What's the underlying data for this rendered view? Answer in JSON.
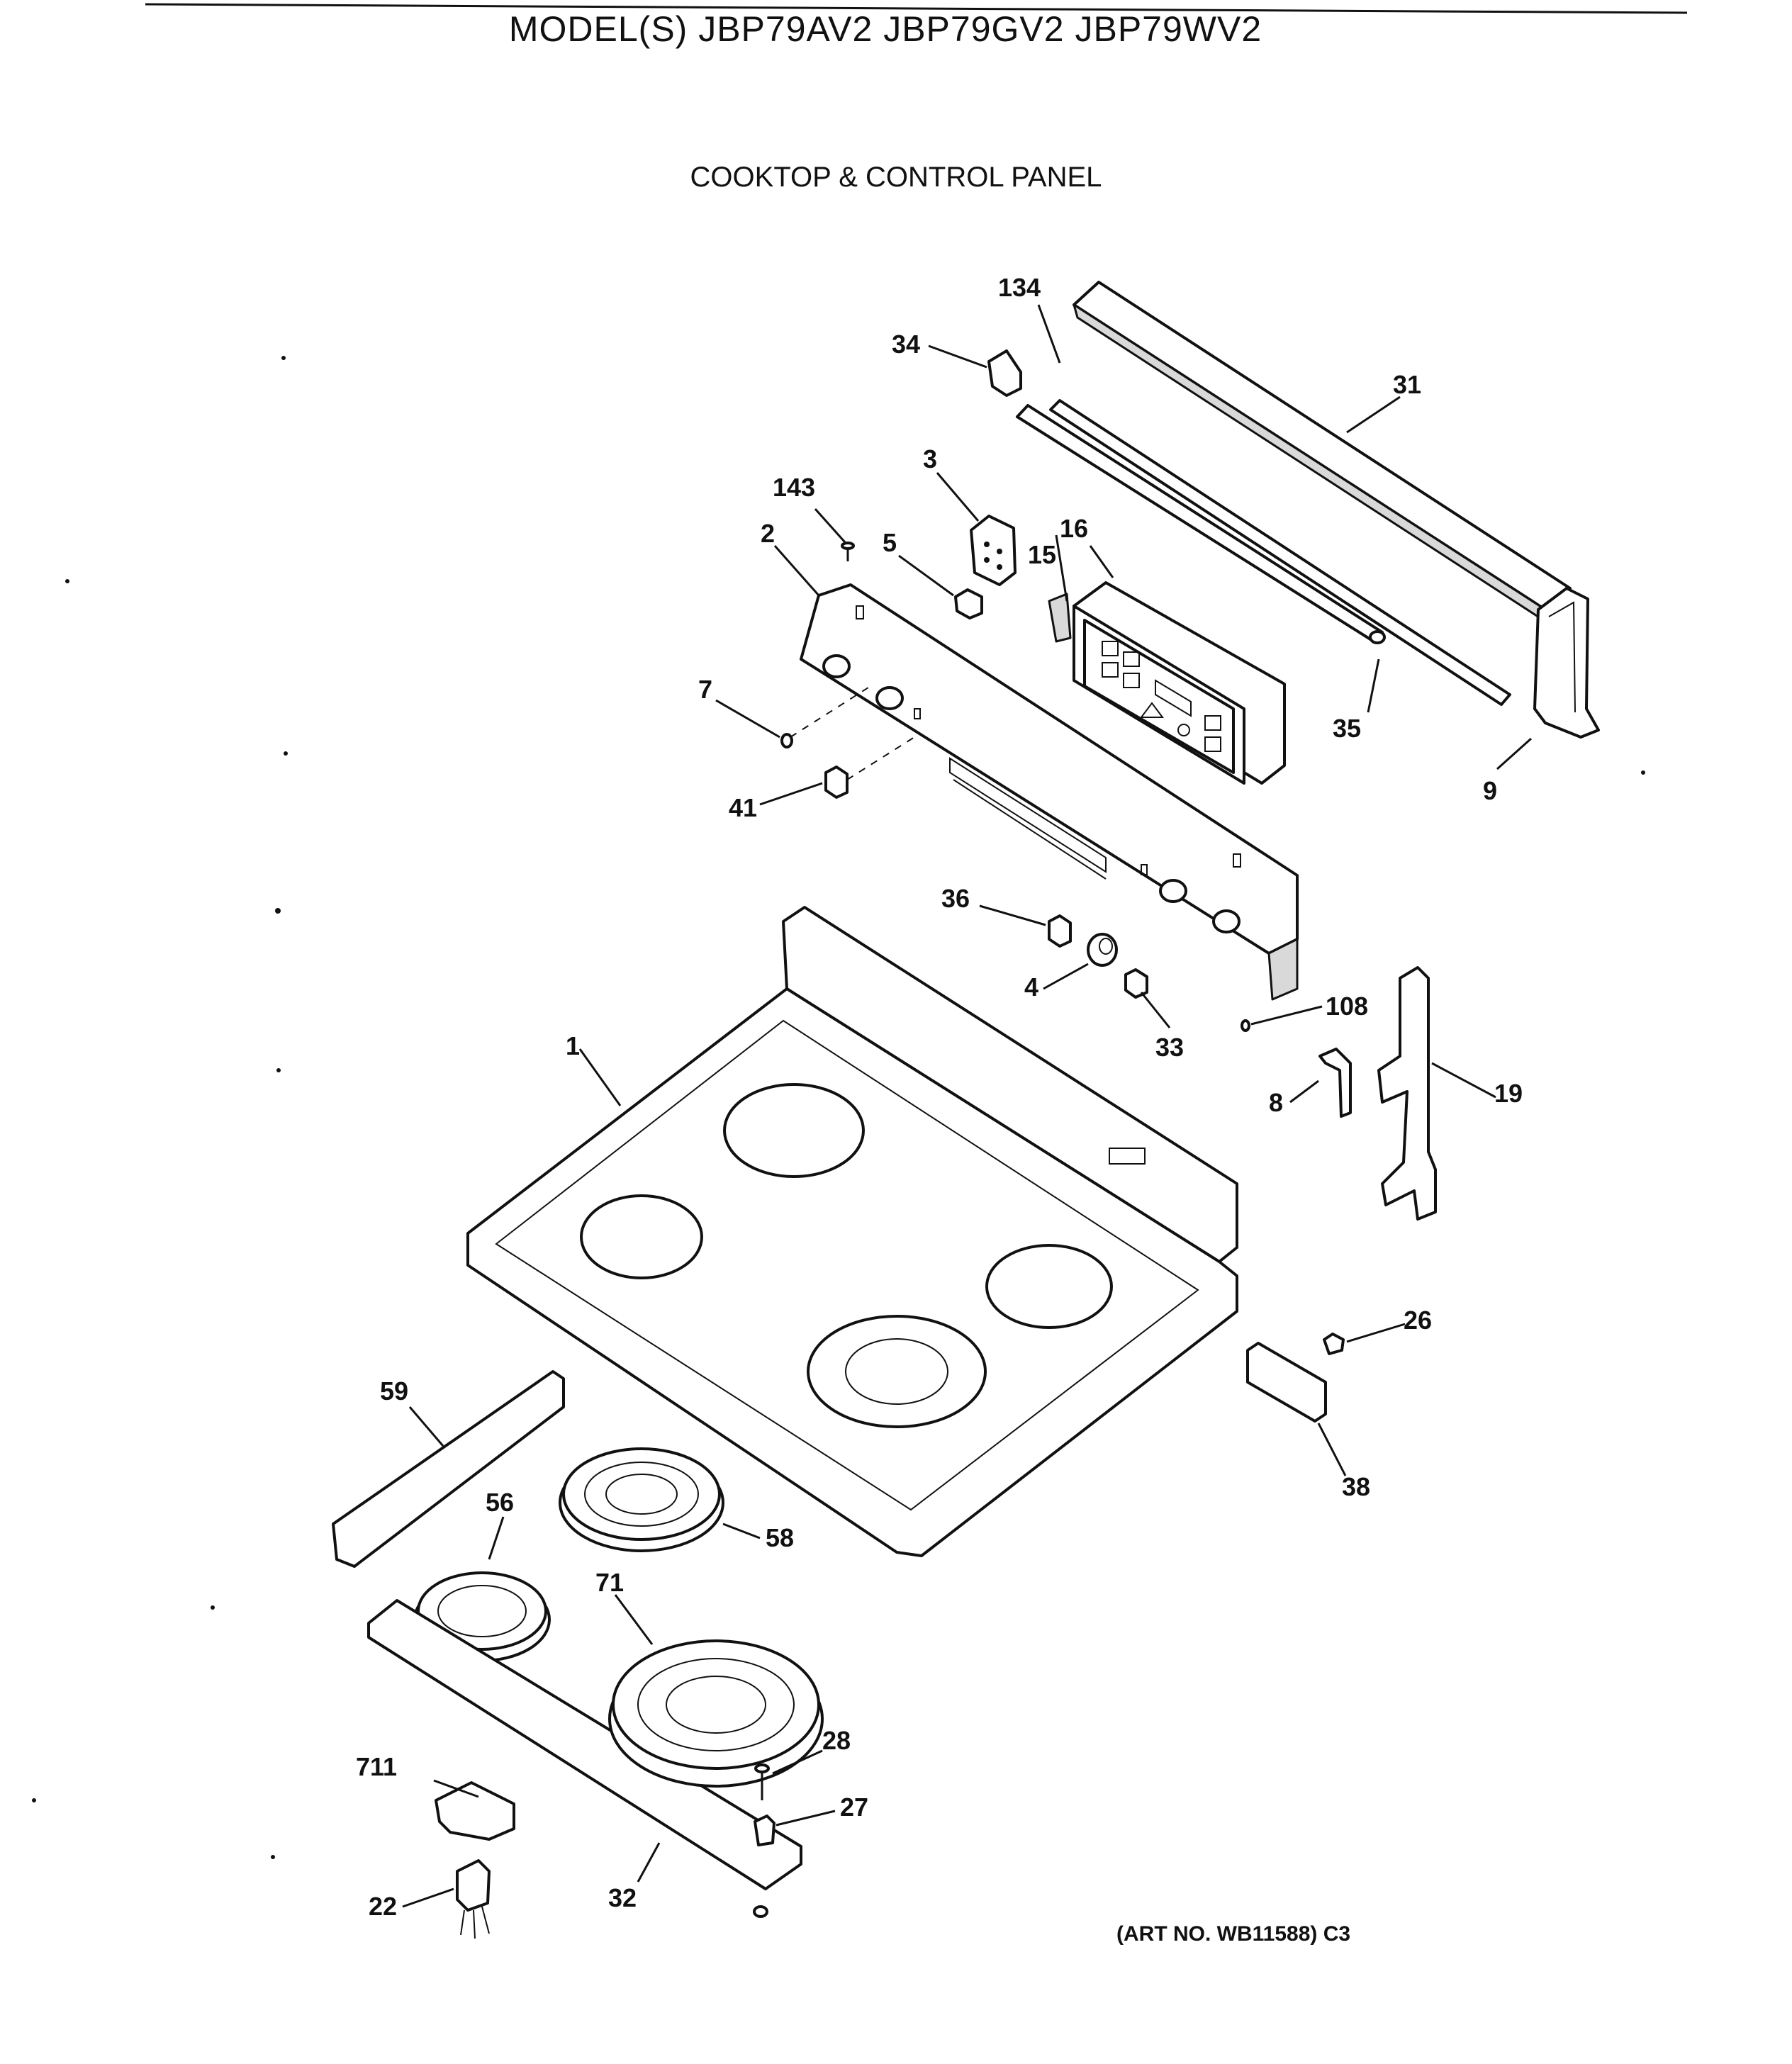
{
  "header": {
    "model_line": "MODEL(S) JBP79AV2  JBP79GV2  JBP79WV2",
    "section_title": "COOKTOP & CONTROL PANEL"
  },
  "footer": {
    "art_number": "(ART NO. WB11588) C3"
  },
  "callouts": [
    {
      "id": "134",
      "label": "134"
    },
    {
      "id": "34",
      "label": "34"
    },
    {
      "id": "31",
      "label": "31"
    },
    {
      "id": "3",
      "label": "3"
    },
    {
      "id": "143",
      "label": "143"
    },
    {
      "id": "2",
      "label": "2"
    },
    {
      "id": "5",
      "label": "5"
    },
    {
      "id": "16",
      "label": "16"
    },
    {
      "id": "15",
      "label": "15"
    },
    {
      "id": "7",
      "label": "7"
    },
    {
      "id": "35",
      "label": "35"
    },
    {
      "id": "9",
      "label": "9"
    },
    {
      "id": "41",
      "label": "41"
    },
    {
      "id": "36",
      "label": "36"
    },
    {
      "id": "4",
      "label": "4"
    },
    {
      "id": "108",
      "label": "108"
    },
    {
      "id": "33",
      "label": "33"
    },
    {
      "id": "1",
      "label": "1"
    },
    {
      "id": "8",
      "label": "8"
    },
    {
      "id": "19",
      "label": "19"
    },
    {
      "id": "26",
      "label": "26"
    },
    {
      "id": "59",
      "label": "59"
    },
    {
      "id": "56",
      "label": "56"
    },
    {
      "id": "58",
      "label": "58"
    },
    {
      "id": "38",
      "label": "38"
    },
    {
      "id": "71",
      "label": "71"
    },
    {
      "id": "28",
      "label": "28"
    },
    {
      "id": "711",
      "label": "711"
    },
    {
      "id": "27",
      "label": "27"
    },
    {
      "id": "22",
      "label": "22"
    },
    {
      "id": "32",
      "label": "32"
    }
  ]
}
